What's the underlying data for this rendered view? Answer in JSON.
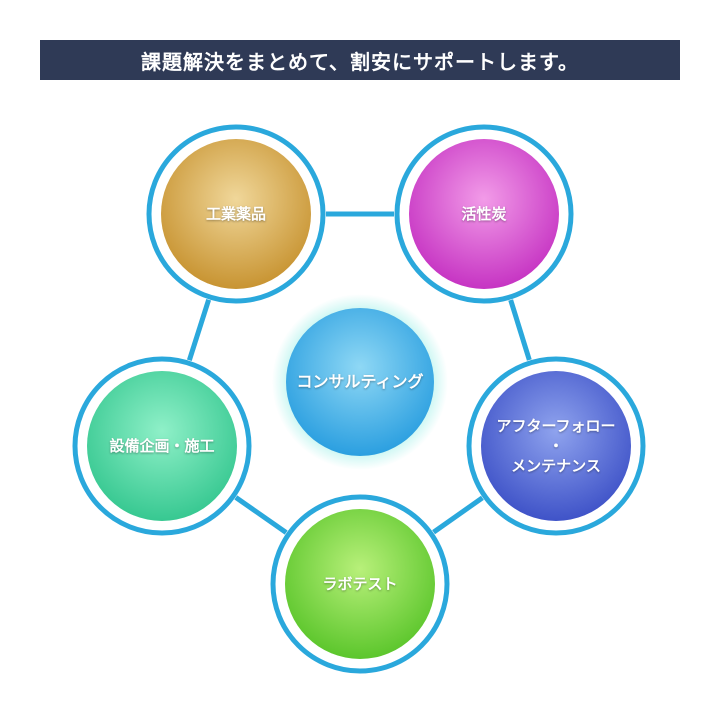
{
  "banner": {
    "title": "課題解決をまとめて、割安にサポートします。",
    "background": "#2f3a56"
  },
  "diagram": {
    "accent": "#2aa8dc",
    "center": {
      "label": "コンサルティング",
      "colors": [
        "#8fd8f5",
        "#2b9fe0"
      ],
      "glow": "#9ff0e8"
    },
    "nodes": [
      {
        "id": "industrial-chemicals",
        "lines": [
          "工業薬品"
        ],
        "colors": [
          "#f0d79a",
          "#c89432"
        ]
      },
      {
        "id": "activated-carbon",
        "lines": [
          "活性炭"
        ],
        "colors": [
          "#f29be8",
          "#c634c3"
        ]
      },
      {
        "id": "after-follow-maintenance",
        "lines": [
          "アフターフォロー",
          "・",
          "メンテナンス"
        ],
        "colors": [
          "#8fa3ee",
          "#3f53c8"
        ]
      },
      {
        "id": "lab-test",
        "lines": [
          "ラボテスト"
        ],
        "colors": [
          "#b8f07a",
          "#5cc62c"
        ]
      },
      {
        "id": "equipment-planning-construction",
        "lines": [
          "設備企画・施工"
        ],
        "colors": [
          "#8ff0c8",
          "#37c891"
        ]
      }
    ]
  }
}
